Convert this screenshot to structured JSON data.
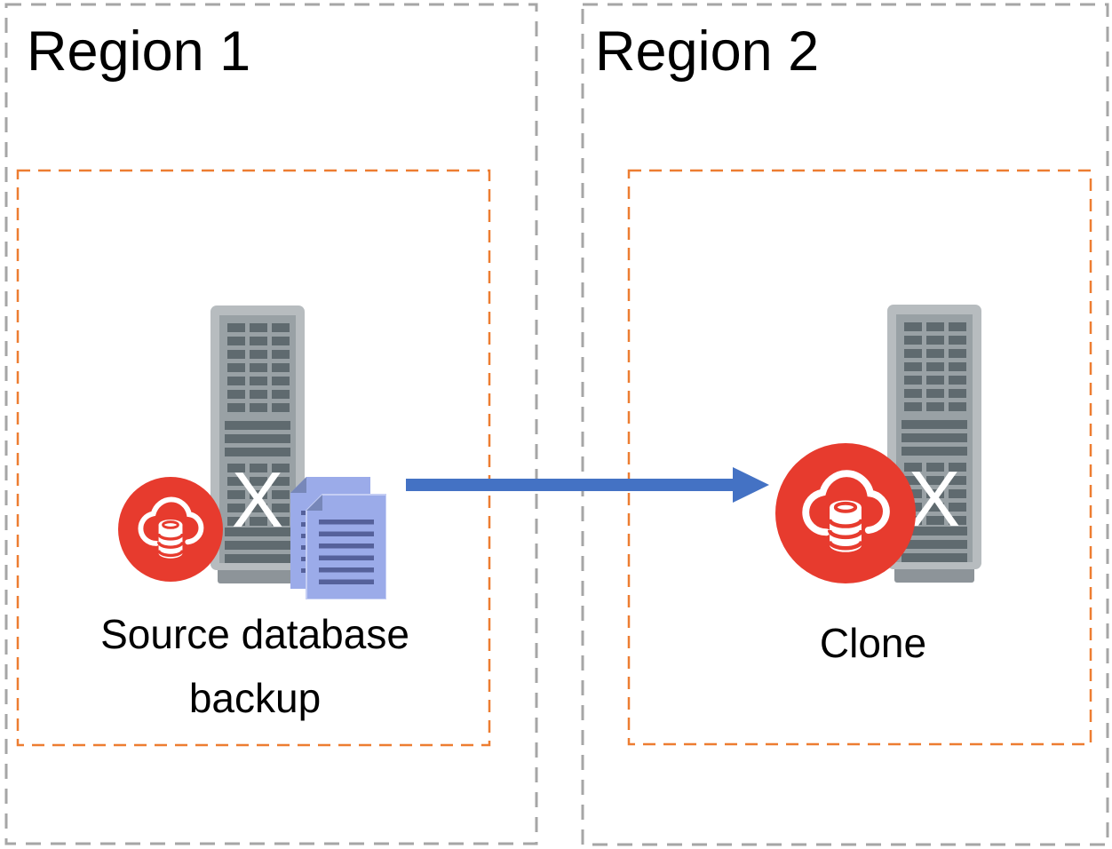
{
  "diagram": {
    "regions": [
      {
        "title": "Region 1"
      },
      {
        "title": "Region 2"
      }
    ],
    "server_overlay_letter": "X",
    "source": {
      "label": "Source database backup",
      "icons": [
        "database-cloud-icon",
        "exadata-server-icon",
        "backup-documents-icon"
      ]
    },
    "clone": {
      "label": "Clone",
      "icons": [
        "database-cloud-icon",
        "exadata-server-icon"
      ]
    },
    "arrow": {
      "direction": "right",
      "from": "Source database backup",
      "to": "Clone"
    },
    "colors": {
      "region_border_gray": "#A6A6A6",
      "availability_border_orange": "#ED7D31",
      "arrow_blue": "#4472C4",
      "database_red": "#E73B2E",
      "document_blue": "#9BABE9",
      "document_line_blue": "#55619B",
      "server_frame_gray": "#B7BCBF",
      "server_panel_gray": "#99A1A5",
      "server_vent_gray": "#5F6A6F",
      "text": "#000000"
    }
  }
}
